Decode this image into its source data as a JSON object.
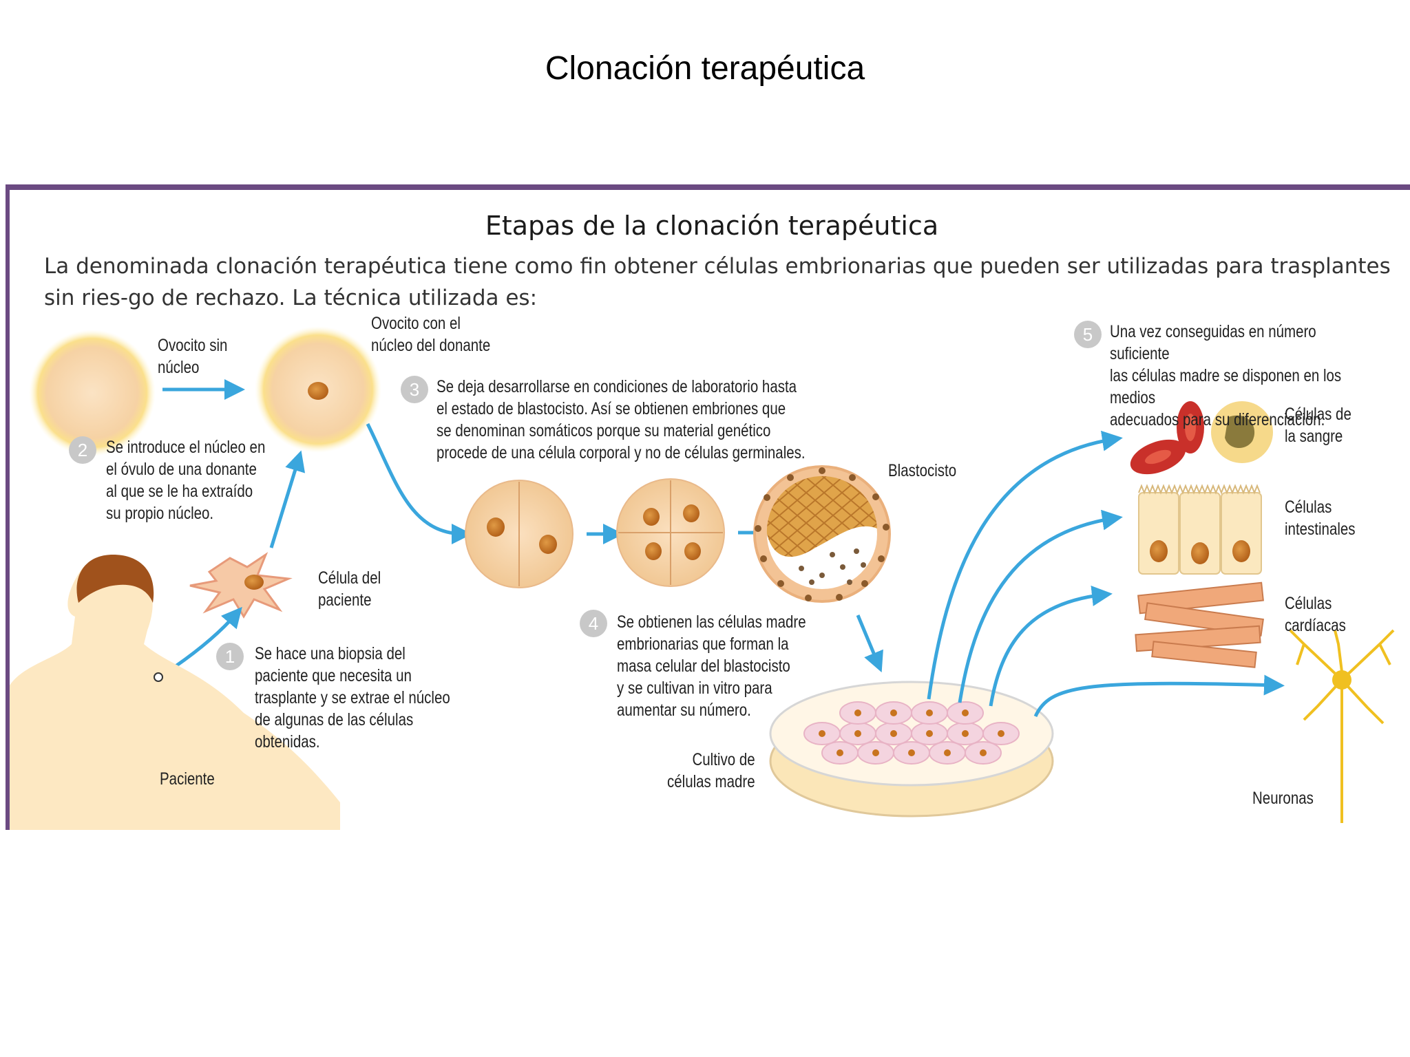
{
  "slide": {
    "title": "Clonación terapéutica"
  },
  "panel": {
    "title": "Etapas de la clonación terapéutica",
    "intro": "La denominada clonación terapéutica tiene como fin obtener células embrionarias que pueden ser utilizadas para trasplantes sin ries-go de rechazo. La técnica utilizada es:"
  },
  "labels": {
    "ovocito_sin_nucleo": "Ovocito sin\nnúcleo",
    "ovocito_con_nucleo": "Ovocito con el\nnúcleo del donante",
    "celula_paciente": "Célula del\npaciente",
    "paciente": "Paciente",
    "blastocisto": "Blastocisto",
    "cultivo": "Cultivo de\ncélulas madre",
    "celulas_sangre": "Células de\nla sangre",
    "celulas_intestinales": "Células\nintestinales",
    "celulas_cardiacas": "Células\ncardíacas",
    "neuronas": "Neuronas"
  },
  "steps": [
    {
      "number": "1",
      "text": "Se hace una biopsia  del\npaciente que necesita un\ntrasplante y se extrae el núcleo\nde algunas de las células\nobtenidas."
    },
    {
      "number": "2",
      "text": "Se introduce el núcleo en\nel óvulo de una donante\nal que se le ha extraído\nsu propio núcleo."
    },
    {
      "number": "3",
      "text": "Se deja desarrollarse en condiciones de laboratorio hasta\nel estado de blastocisto. Así se obtienen embriones que\nse denominan somáticos porque su material genético\nprocede de una célula corporal y no de células germinales."
    },
    {
      "number": "4",
      "text": "Se obtienen las células madre\nembrionarias que forman la\nmasa celular del blastocisto\ny se cultivan in vitro para\naumentar su número."
    },
    {
      "number": "5",
      "text": "Una vez conseguidas en número suficiente\nlas células madre se disponen en los medios\nadecuados para su diferenciación."
    }
  ],
  "colors": {
    "border": "#6b4a82",
    "arrow": "#3aa6dd",
    "cell": "#f6d7b0",
    "nucleus": "#c8741e",
    "skin": "#fde8c2",
    "hair": "#a0521c"
  }
}
